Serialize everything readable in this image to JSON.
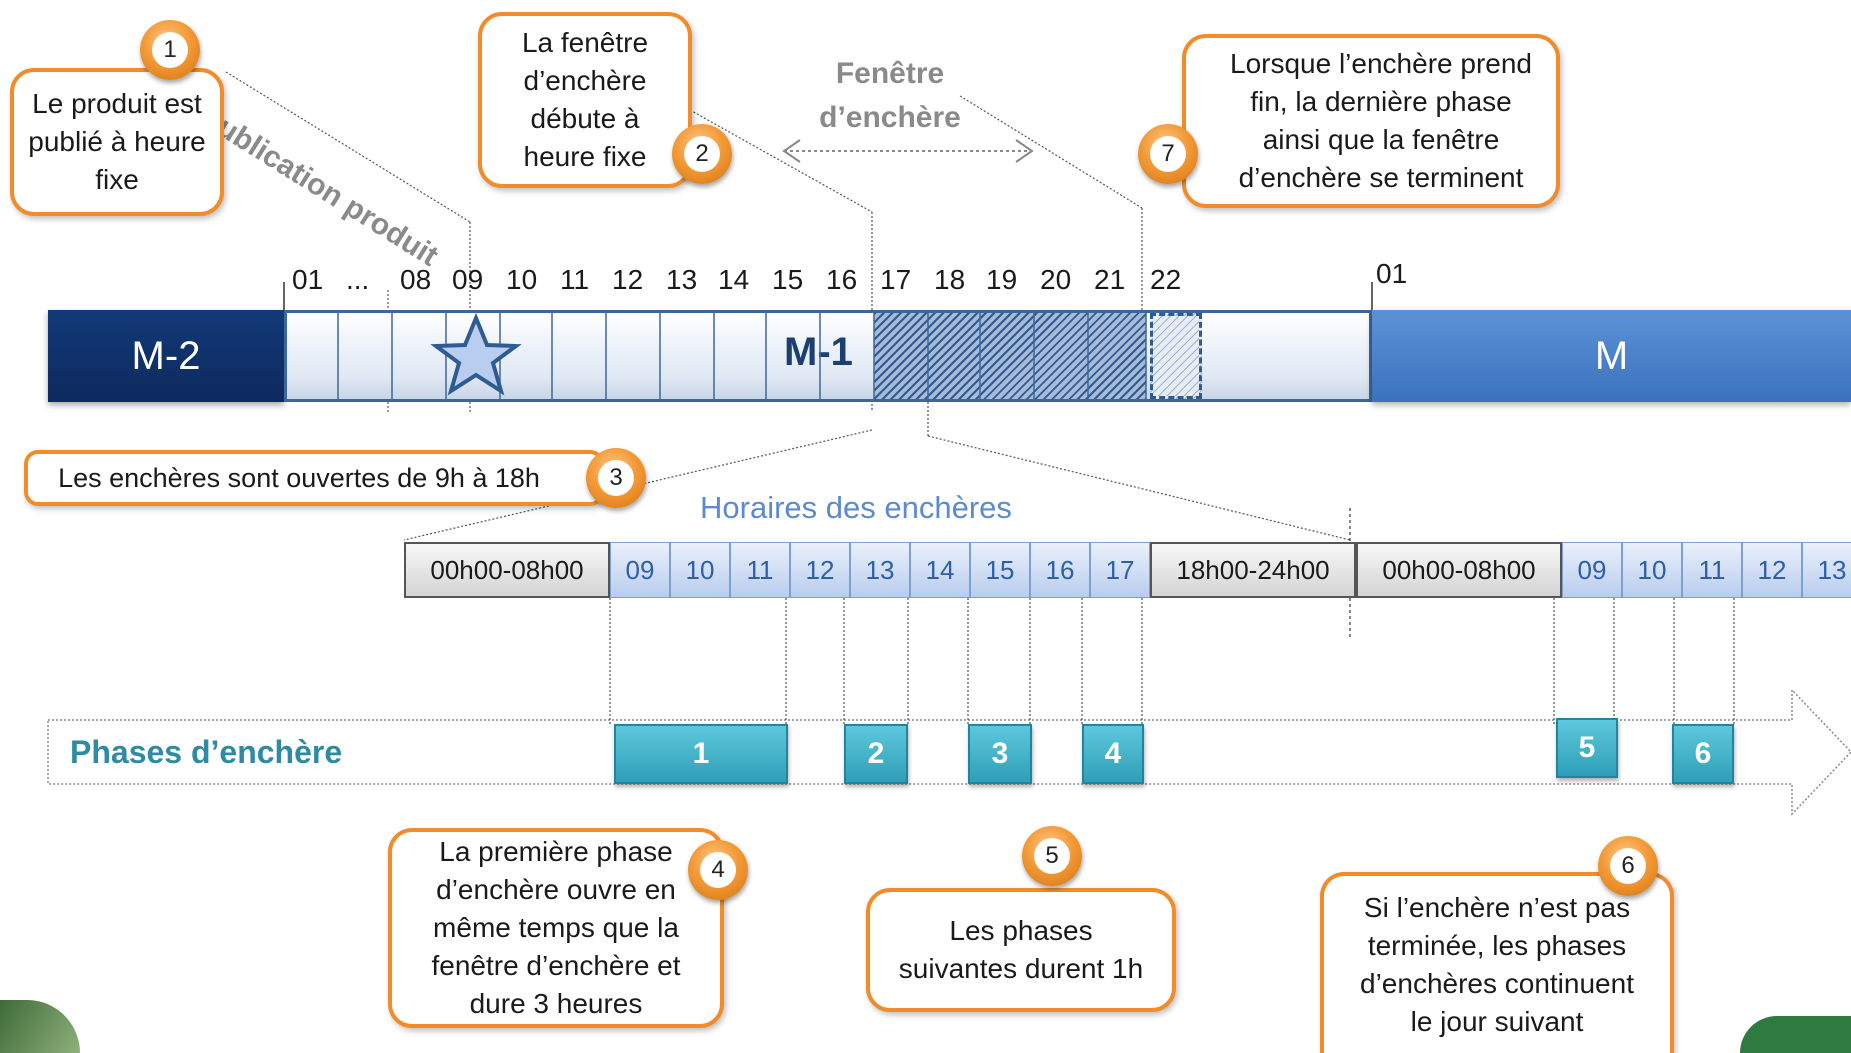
{
  "callouts": {
    "c1": "Le produit est publié à heure fixe",
    "c2": "La fenêtre d’enchère débute à heure fixe",
    "c3": "Les enchères sont ouvertes de 9h à 18h",
    "c4": "La première phase d’enchère ouvre en même temps que la fenêtre d’enchère et dure 3 heures",
    "c5": "Les phases suivantes durent 1h",
    "c6": "Si l’enchère n’est pas terminée, les phases d’enchères continuent le jour suivant",
    "c7": "Lorsque l’enchère prend fin, la dernière phase ainsi que la fenêtre d’enchère se terminent"
  },
  "badges": [
    "1",
    "2",
    "3",
    "4",
    "5",
    "6",
    "7"
  ],
  "labels": {
    "publication": "Publication produit",
    "fenetre": "Fenêtre d’enchère",
    "horaires": "Horaires des enchères",
    "phases": "Phases d’enchère",
    "m2": "M-2",
    "m1": "M-1",
    "m": "M"
  },
  "top_ticks": [
    "01",
    "...",
    "08",
    "09",
    "10",
    "11",
    "12",
    "13",
    "14",
    "15",
    "16",
    "17",
    "18",
    "19",
    "20",
    "21",
    "22"
  ],
  "top_tick_m": "01",
  "schedule": [
    {
      "label": "00h00-08h00",
      "kind": "gray"
    },
    {
      "label": "09",
      "kind": "blue"
    },
    {
      "label": "10",
      "kind": "blue"
    },
    {
      "label": "11",
      "kind": "blue"
    },
    {
      "label": "12",
      "kind": "blue"
    },
    {
      "label": "13",
      "kind": "blue"
    },
    {
      "label": "14",
      "kind": "blue"
    },
    {
      "label": "15",
      "kind": "blue"
    },
    {
      "label": "16",
      "kind": "blue"
    },
    {
      "label": "17",
      "kind": "blue"
    },
    {
      "label": "18h00-24h00",
      "kind": "gray"
    },
    {
      "label": "00h00-08h00",
      "kind": "gray"
    },
    {
      "label": "09",
      "kind": "blue"
    },
    {
      "label": "10",
      "kind": "blue"
    },
    {
      "label": "11",
      "kind": "blue"
    },
    {
      "label": "12",
      "kind": "blue"
    },
    {
      "label": "13",
      "kind": "blue"
    }
  ],
  "phases": [
    "1",
    "2",
    "3",
    "4",
    "5",
    "6"
  ],
  "colors": {
    "accent": "#f08c2a",
    "navy": "#123978",
    "blue": "#3b72bd",
    "teal": "#2e9fb8"
  }
}
